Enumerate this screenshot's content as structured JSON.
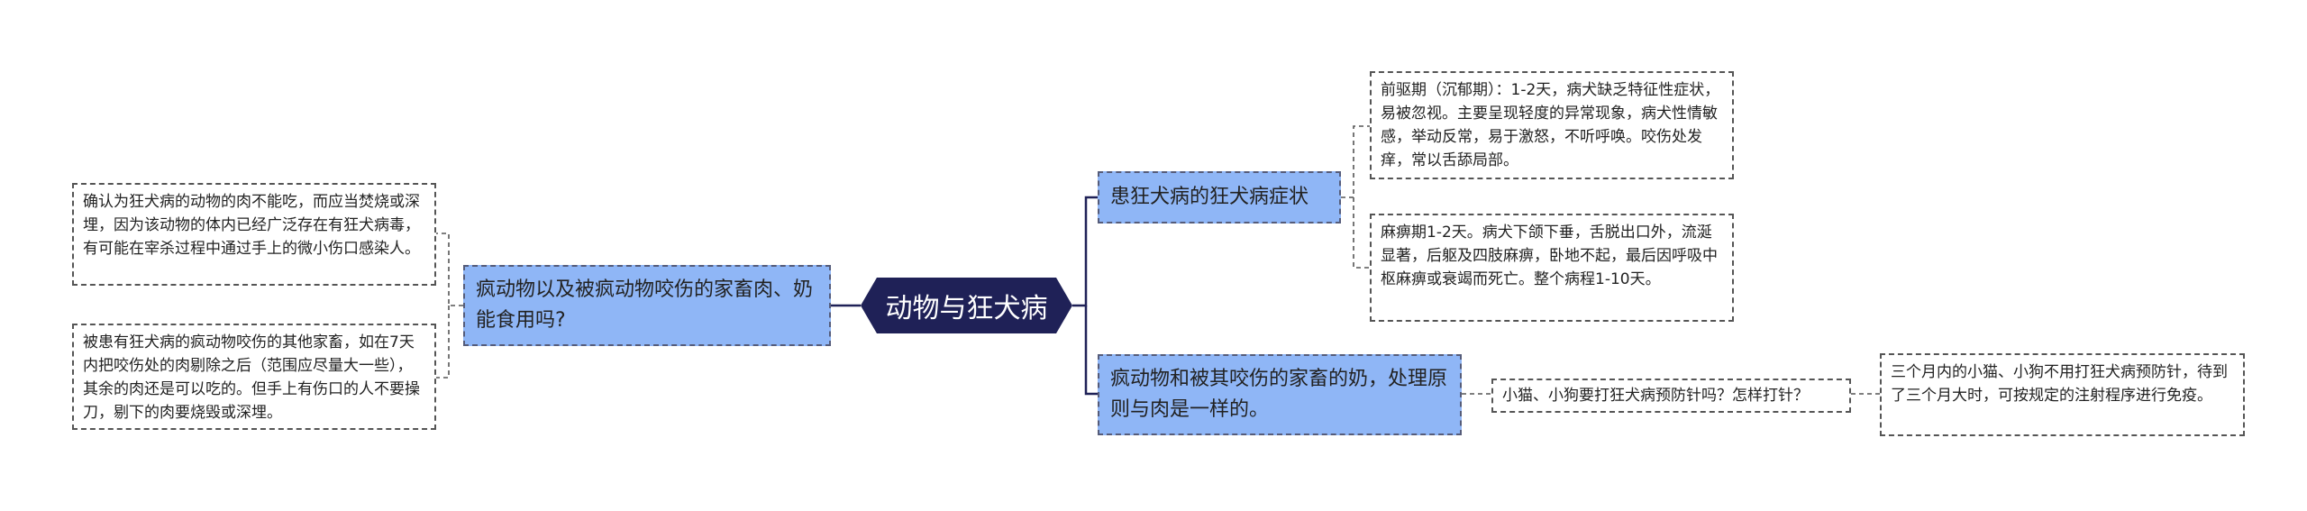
{
  "colors": {
    "center_fill": "#1f2157",
    "branch_fill": "#8fb6f6",
    "line": "#1f2157",
    "leaf_border": "#555555"
  },
  "center": {
    "label": "动物与狂犬病"
  },
  "left_branch": {
    "label": "疯动物以及被疯动物咬伤的家畜肉、奶能食用吗?",
    "leaves": [
      "确认为狂犬病的动物的肉不能吃，而应当焚烧或深埋，因为该动物的体内已经广泛存在有狂犬病毒，有可能在宰杀过程中通过手上的微小伤口感染人。",
      "被患有狂犬病的疯动物咬伤的其他家畜，如在7天内把咬伤处的肉剔除之后（范围应尽量大一些），其余的肉还是可以吃的。但手上有伤口的人不要操刀，剔下的肉要烧毁或深埋。"
    ]
  },
  "right_top": {
    "label": "患狂犬病的狂犬病症状",
    "leaves": [
      "前驱期（沉郁期）：1-2天，病犬缺乏特征性症状，易被忽视。主要呈现轻度的异常现象，病犬性情敏感，举动反常，易于激怒，不听呼唤。咬伤处发痒，常以舌舔局部。",
      "麻痹期1-2天。病犬下颌下垂，舌脱出口外，流涎显著，后躯及四肢麻痹，卧地不起，最后因呼吸中枢麻痹或衰竭而死亡。整个病程1-10天。"
    ]
  },
  "right_bottom": {
    "label": "疯动物和被其咬伤的家畜的奶，处理原则与肉是一样的。",
    "question": "小猫、小狗要打狂犬病预防针吗？怎样打针？",
    "answer": "三个月内的小猫、小狗不用打狂犬病预防针，待到了三个月大时，可按规定的注射程序进行免疫。"
  }
}
